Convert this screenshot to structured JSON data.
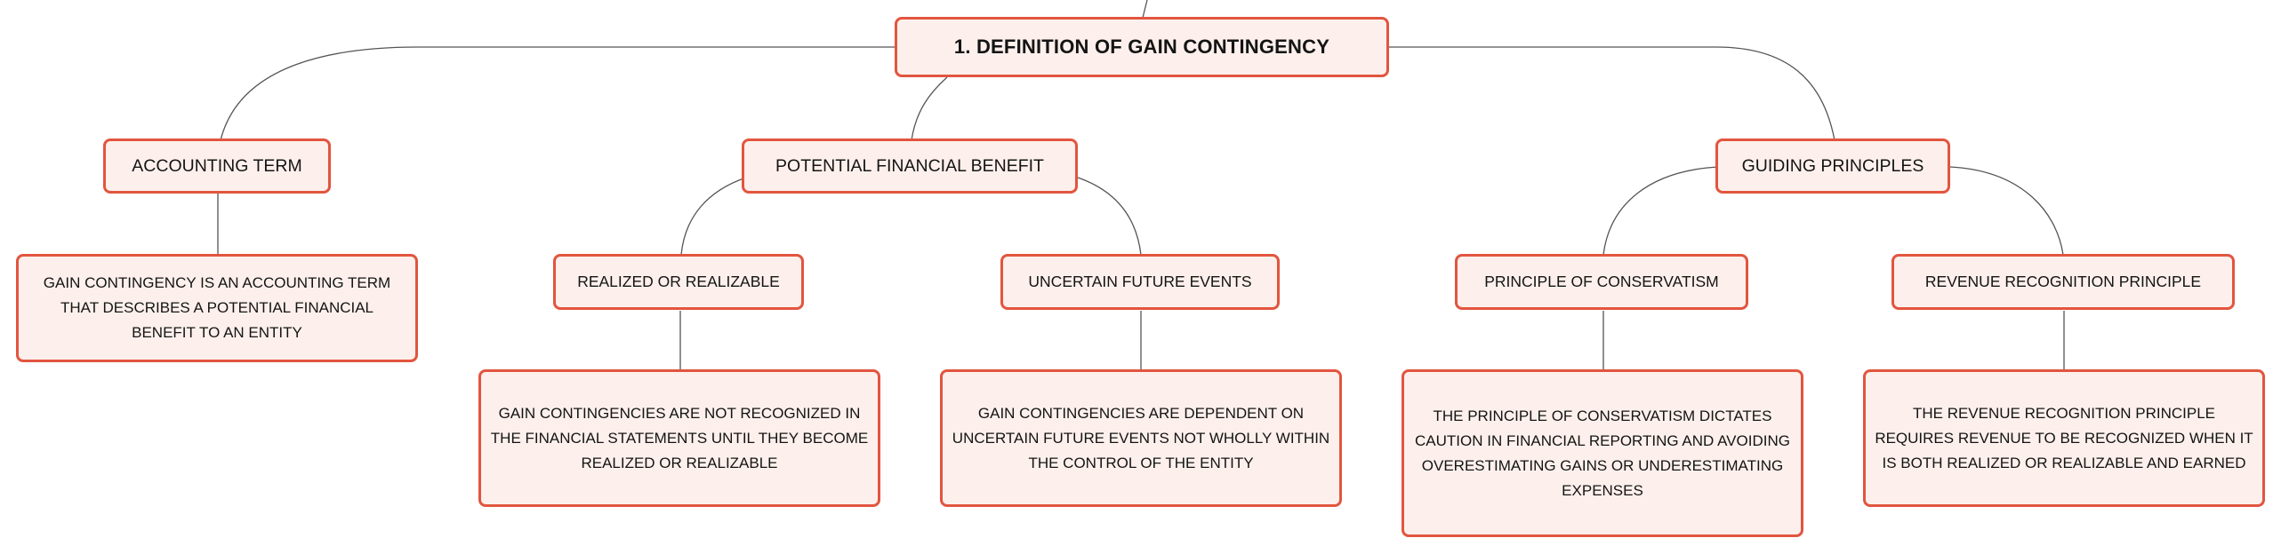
{
  "root": {
    "label": "1. DEFINITION OF GAIN CONTINGENCY"
  },
  "branches": {
    "accounting_term": {
      "label": "ACCOUNTING TERM",
      "detail": "GAIN CONTINGENCY IS AN ACCOUNTING TERM THAT DESCRIBES A POTENTIAL FINANCIAL BENEFIT TO AN ENTITY"
    },
    "potential_benefit": {
      "label": "POTENTIAL FINANCIAL BENEFIT",
      "children": {
        "realized": {
          "label": "REALIZED OR REALIZABLE",
          "detail": "GAIN CONTINGENCIES ARE NOT RECOGNIZED IN THE FINANCIAL STATEMENTS UNTIL THEY BECOME REALIZED OR REALIZABLE"
        },
        "uncertain": {
          "label": "UNCERTAIN FUTURE EVENTS",
          "detail": "GAIN CONTINGENCIES ARE DEPENDENT ON UNCERTAIN FUTURE EVENTS NOT WHOLLY WITHIN THE CONTROL OF THE ENTITY"
        }
      }
    },
    "guiding_principles": {
      "label": "GUIDING PRINCIPLES",
      "children": {
        "conservatism": {
          "label": "PRINCIPLE OF CONSERVATISM",
          "detail": "THE PRINCIPLE OF CONSERVATISM DICTATES CAUTION IN FINANCIAL REPORTING AND AVOIDING OVERESTIMATING GAINS OR UNDERESTIMATING EXPENSES"
        },
        "revenue": {
          "label": "REVENUE RECOGNITION PRINCIPLE",
          "detail": "THE REVENUE RECOGNITION PRINCIPLE REQUIRES REVENUE TO BE RECOGNIZED WHEN IT IS BOTH REALIZED OR REALIZABLE AND EARNED"
        }
      }
    }
  },
  "colors": {
    "node_border": "#e2553f",
    "node_fill": "#fdf0ec",
    "connector": "#555555",
    "text": "#141414"
  }
}
